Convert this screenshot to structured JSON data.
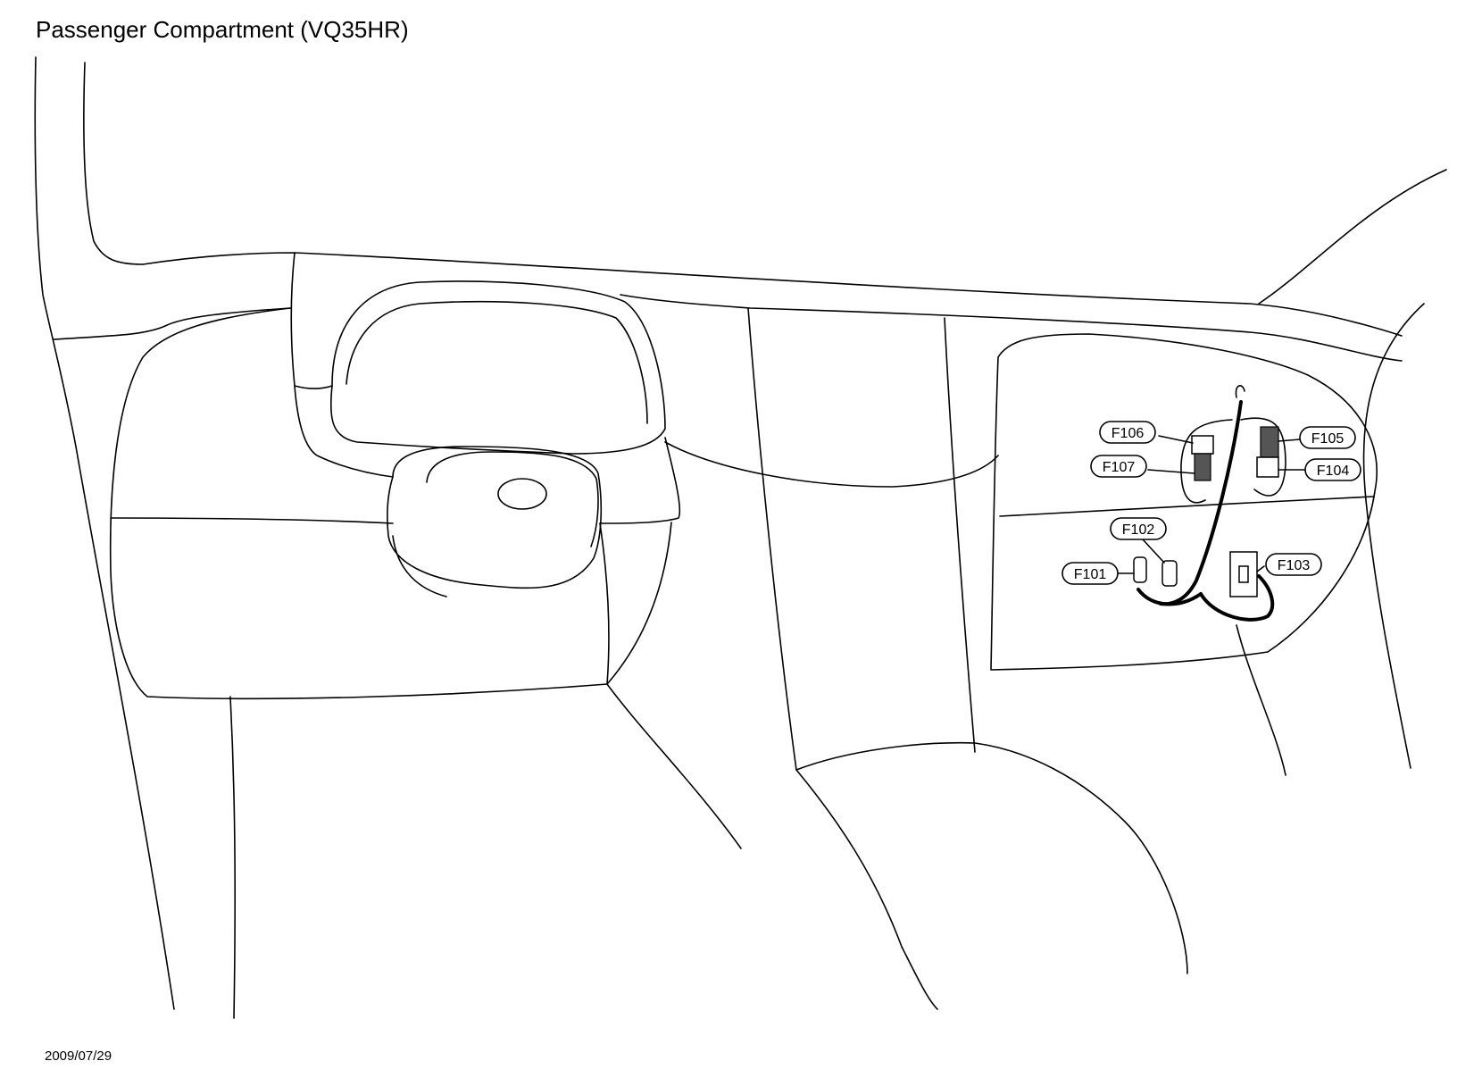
{
  "title": "Passenger Compartment (VQ35HR)",
  "date": "2009/07/29",
  "connectors": [
    {
      "id": "f101",
      "label": "F101"
    },
    {
      "id": "f102",
      "label": "F102"
    },
    {
      "id": "f103",
      "label": "F103"
    },
    {
      "id": "f104",
      "label": "F104"
    },
    {
      "id": "f105",
      "label": "F105"
    },
    {
      "id": "f106",
      "label": "F106"
    },
    {
      "id": "f107",
      "label": "F107"
    }
  ]
}
